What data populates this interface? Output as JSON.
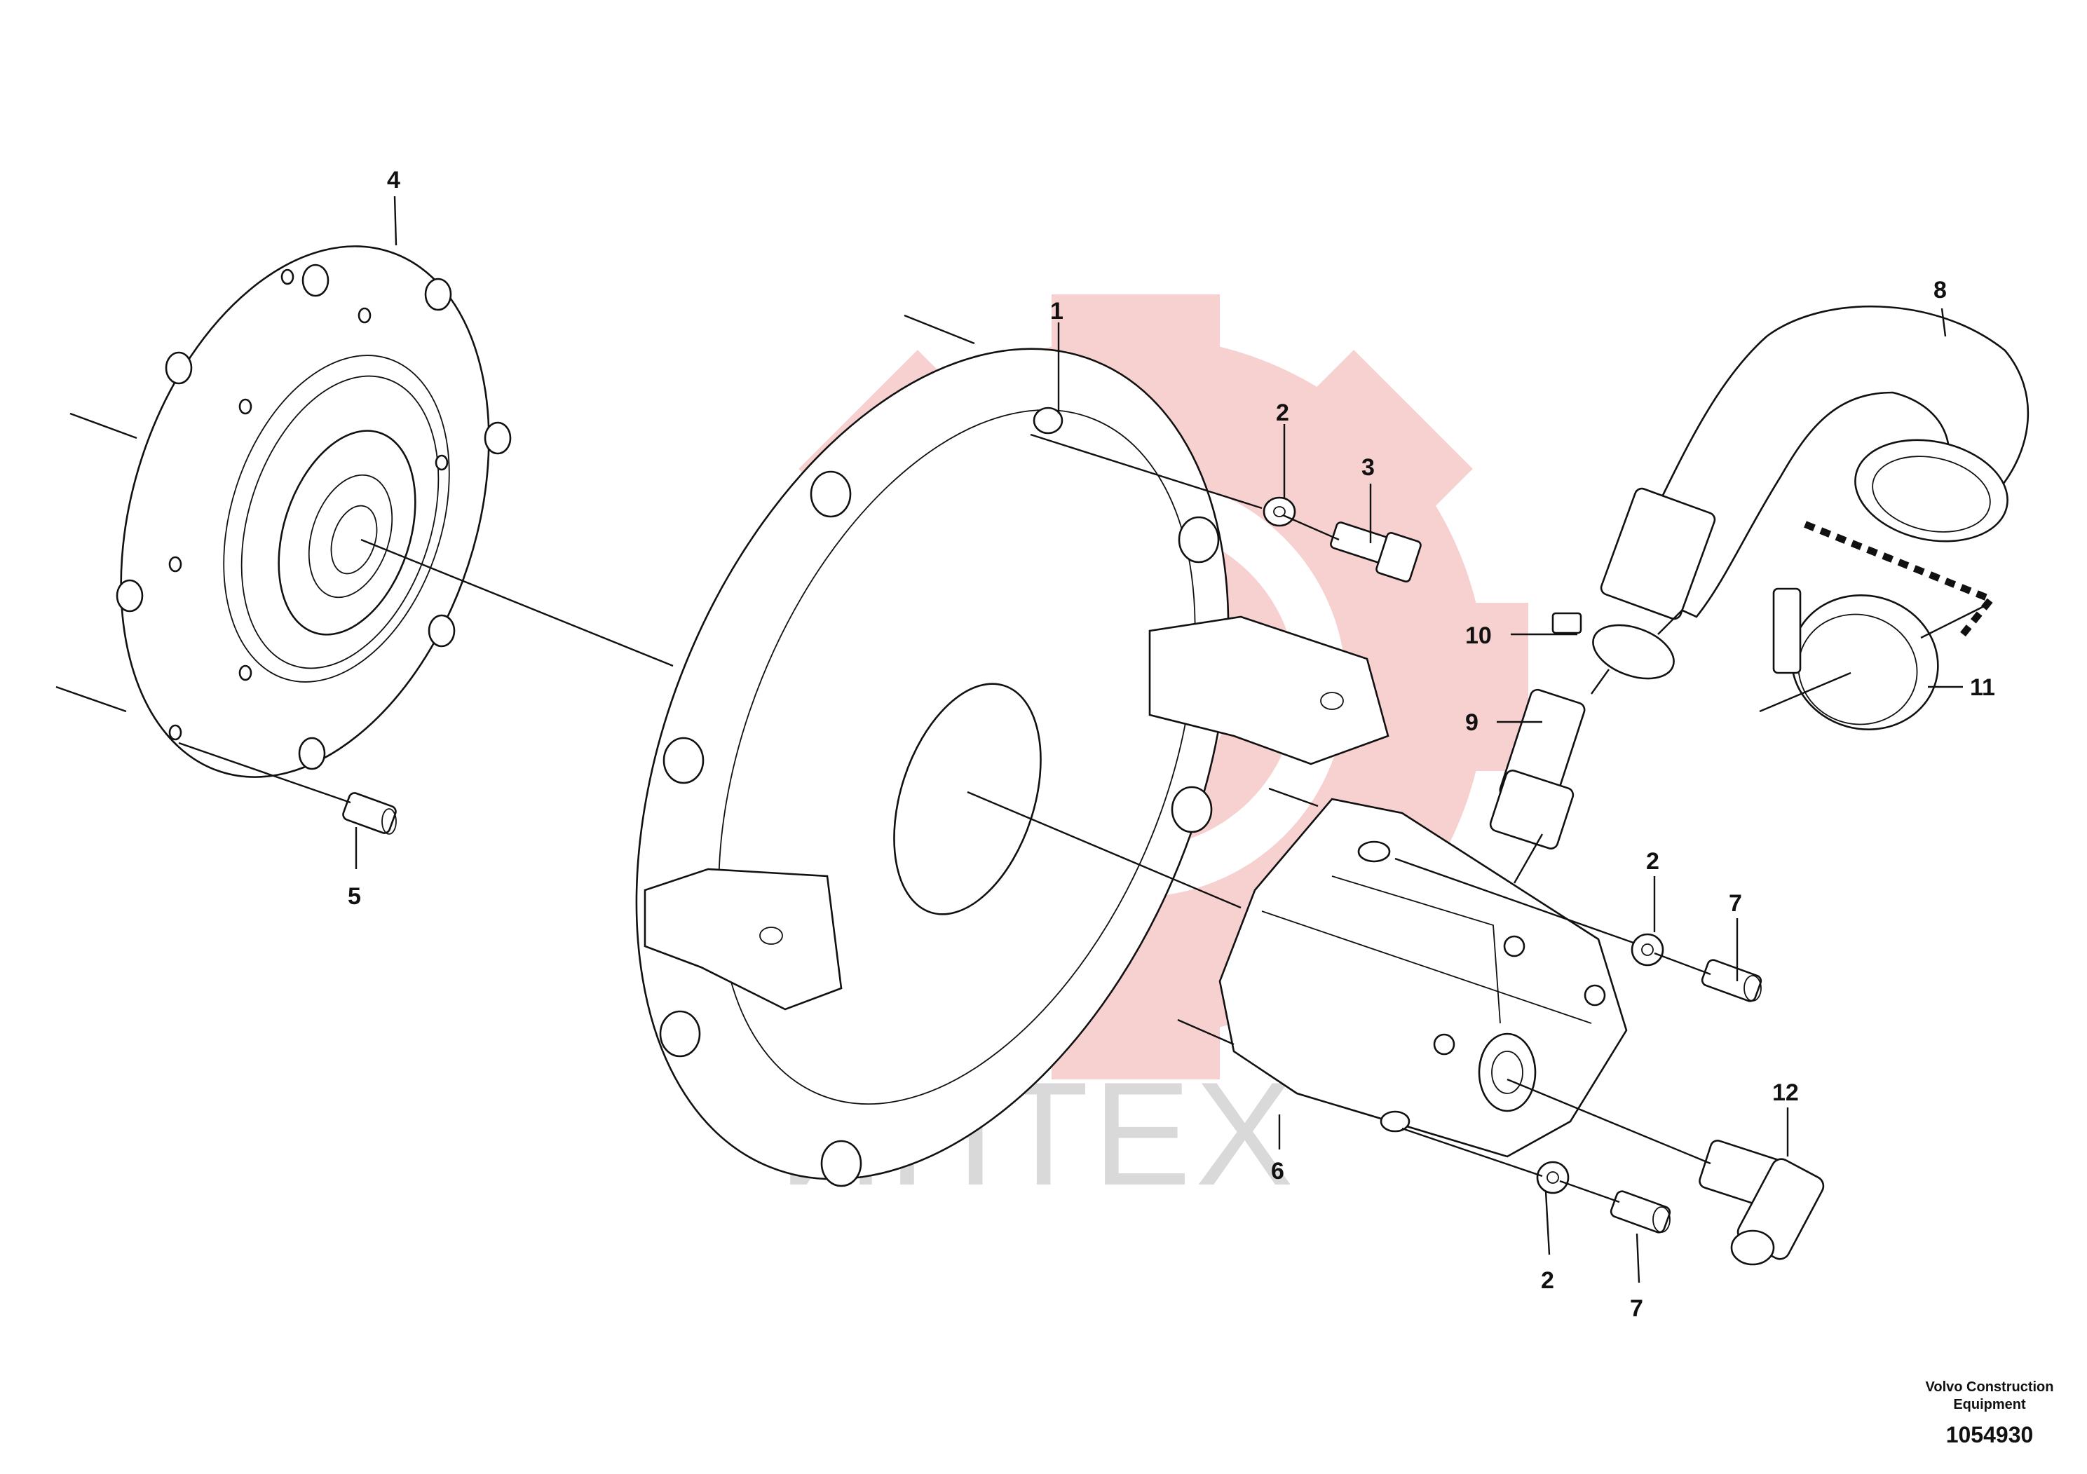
{
  "callouts": [
    {
      "id": "c1",
      "label": "1"
    },
    {
      "id": "c2a",
      "label": "2"
    },
    {
      "id": "c2b",
      "label": "2"
    },
    {
      "id": "c2c",
      "label": "2"
    },
    {
      "id": "c3",
      "label": "3"
    },
    {
      "id": "c4",
      "label": "4"
    },
    {
      "id": "c5",
      "label": "5"
    },
    {
      "id": "c6",
      "label": "6"
    },
    {
      "id": "c7a",
      "label": "7"
    },
    {
      "id": "c7b",
      "label": "7"
    },
    {
      "id": "c8",
      "label": "8"
    },
    {
      "id": "c9",
      "label": "9"
    },
    {
      "id": "c10",
      "label": "10"
    },
    {
      "id": "c11",
      "label": "11"
    },
    {
      "id": "c12",
      "label": "12"
    }
  ],
  "footer": {
    "brand_line1": "Volvo Construction",
    "brand_line2": "Equipment",
    "document_number": "1054930"
  },
  "watermark": {
    "text": "ИНТЕХ",
    "gear_color": "#f6c8c8",
    "text_color": "#d9d9d9"
  }
}
